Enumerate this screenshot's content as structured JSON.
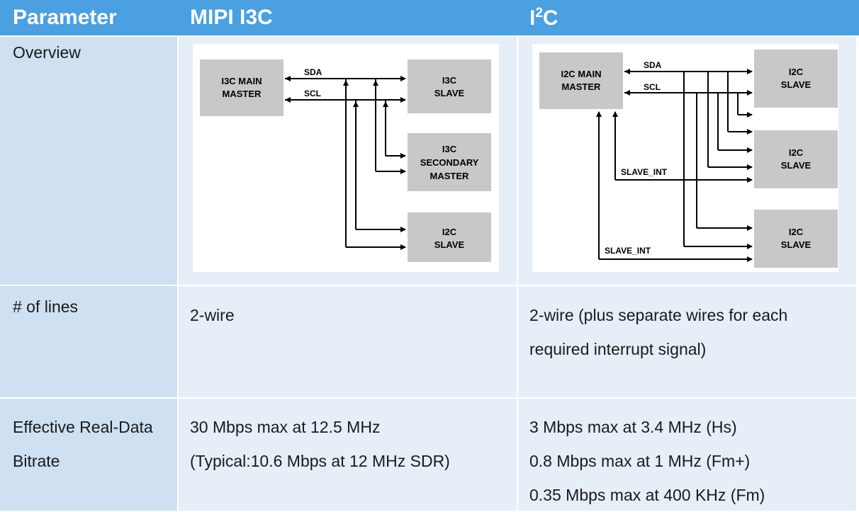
{
  "header": {
    "param": "Parameter",
    "i3c": "MIPI I3C",
    "i2c_base": "I",
    "i2c_sup": "2",
    "i2c_tail": "C"
  },
  "rows": {
    "overview": {
      "label": "Overview"
    },
    "lines": {
      "label": "# of lines",
      "i3c": [
        "2-wire"
      ],
      "i2c": [
        "2-wire (plus separate wires for each",
        "required interrupt signal)"
      ]
    },
    "bitrate": {
      "label": [
        "Effective Real-Data",
        "Bitrate"
      ],
      "i3c": [
        "30 Mbps max at 12.5 MHz",
        "(Typical:10.6 Mbps at 12 MHz SDR)"
      ],
      "i2c": [
        "3 Mbps max at 3.4 MHz (Hs)",
        "0.8 Mbps max at 1 MHz (Fm+)",
        "0.35 Mbps max at 400 KHz (Fm)"
      ]
    }
  },
  "i3c_diagram": {
    "master": [
      "I3C MAIN",
      "MASTER"
    ],
    "sda": "SDA",
    "scl": "SCL",
    "slave": [
      "I3C",
      "SLAVE"
    ],
    "secondary": [
      "I3C",
      "SECONDARY",
      "MASTER"
    ],
    "i2c_slave": [
      "I2C",
      "SLAVE"
    ]
  },
  "i2c_diagram": {
    "master": [
      "I2C MAIN",
      "MASTER"
    ],
    "sda": "SDA",
    "scl": "SCL",
    "slave": [
      "I2C",
      "SLAVE"
    ],
    "slave_int": "SLAVE_INT"
  },
  "colors": {
    "header_bg": "#4aa0e0",
    "label_cell": "#cfe0f3",
    "value_cell": "#e6eef8",
    "box_fill": "#c8c8c8"
  }
}
